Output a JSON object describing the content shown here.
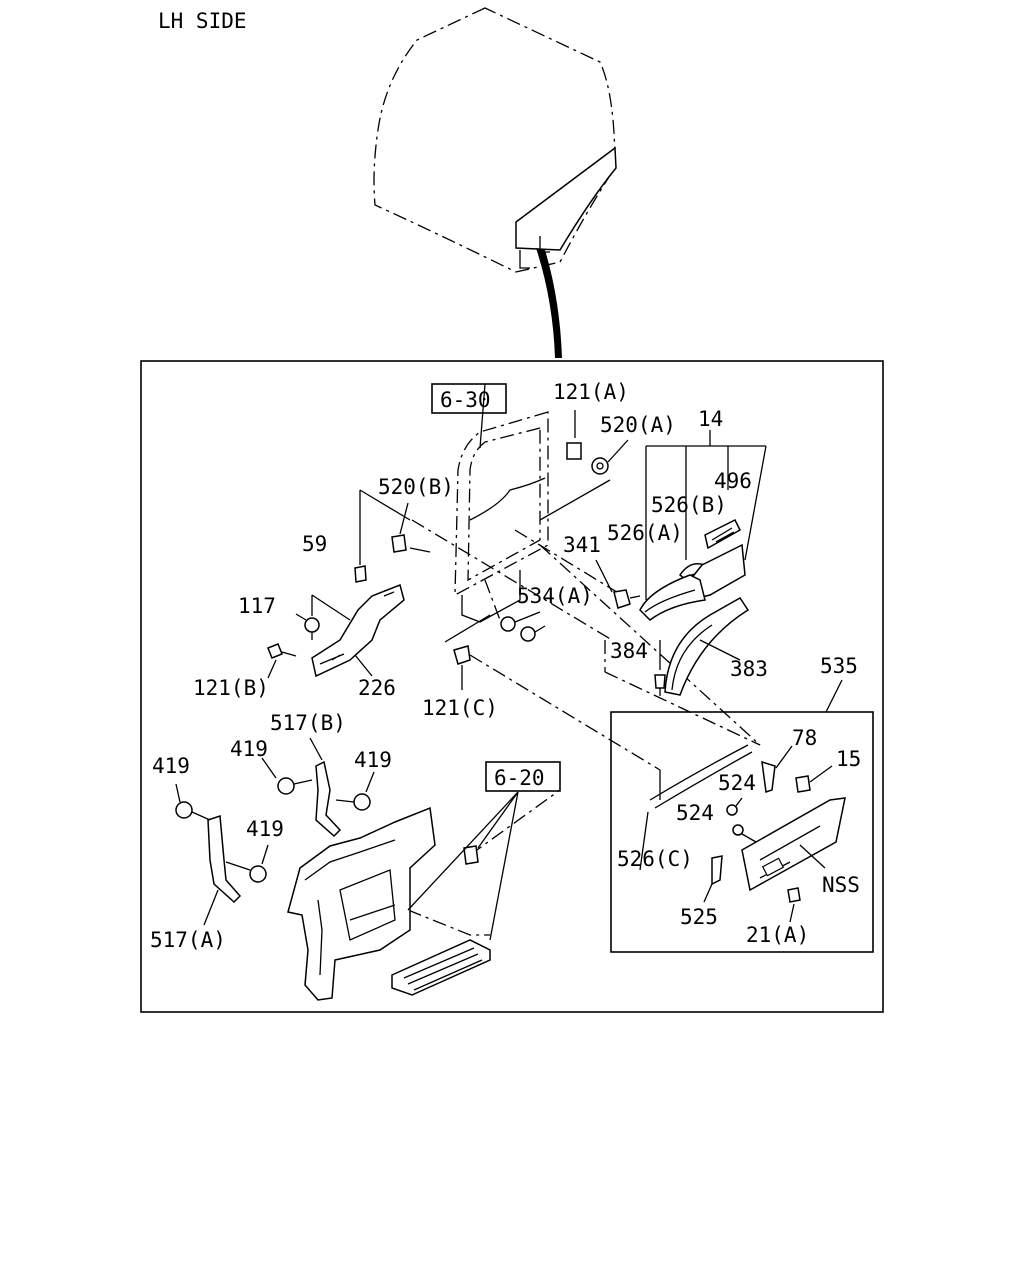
{
  "title": "LH SIDE",
  "refs": {
    "door": "6-30",
    "step": "6-20"
  },
  "labels": {
    "p121a": "121(A)",
    "p520a": "520(A)",
    "p14": "14",
    "p496": "496",
    "p526b": "526(B)",
    "p526a": "526(A)",
    "p520b": "520(B)",
    "p59": "59",
    "p341": "341",
    "p534a": "534(A)",
    "p117": "117",
    "p121b": "121(B)",
    "p226": "226",
    "p384": "384",
    "p383": "383",
    "p121c": "121(C)",
    "p535": "535",
    "p517b": "517(B)",
    "p419a": "419",
    "p419b": "419",
    "p419c": "419",
    "p419d": "419",
    "p78": "78",
    "p15": "15",
    "p524a": "524",
    "p524b": "524",
    "p526c": "526(C)",
    "pNSS": "NSS",
    "p525": "525",
    "p21a": "21(A)",
    "p517a": "517(A)"
  }
}
